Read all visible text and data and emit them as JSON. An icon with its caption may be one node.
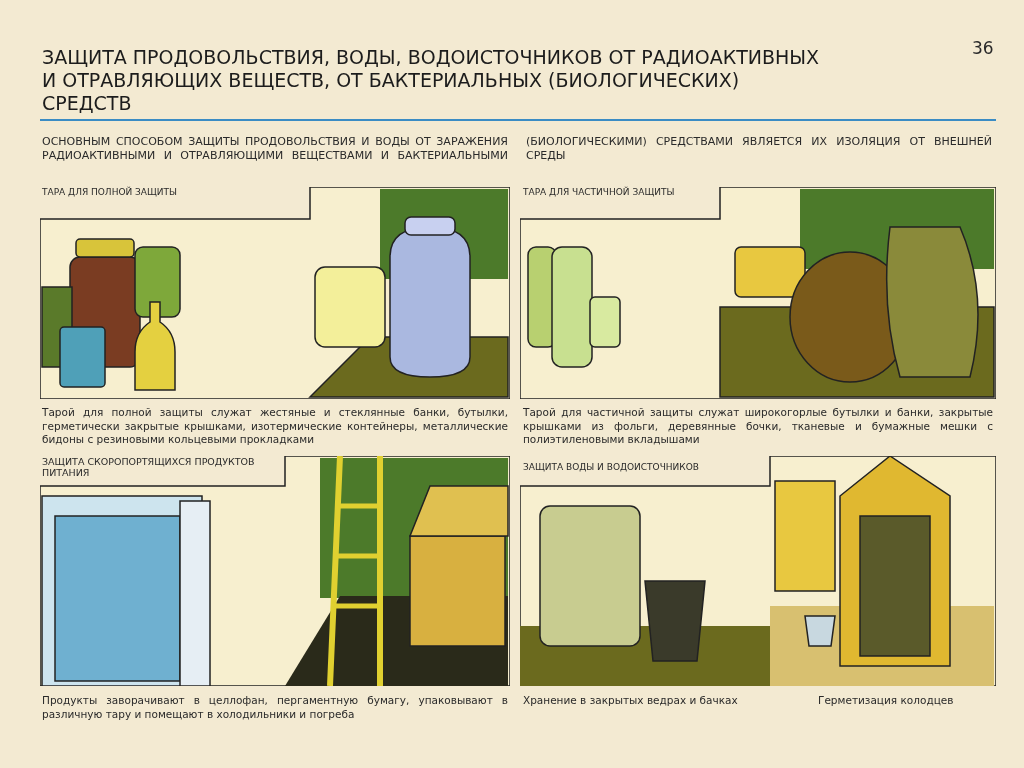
{
  "diagram": {
    "title": "ЗАЩИТА ПРОДОВОЛЬСТВИЯ, ВОДЫ, ВОДОИСТОЧНИКОВ ОТ РАДИОАКТИВНЫХ И ОТРАВЛЯЮЩИХ ВЕЩЕСТВ, ОТ БАКТЕРИАЛЬНЫХ (БИОЛОГИЧЕСКИХ) СРЕДСТВ",
    "labels": [
      "36",
      "ОСНОВНЫМ СПОСОБОМ ЗАЩИТЫ ПРОДОВОЛЬСТВИЯ И ВОДЫ ОТ ЗАРАЖЕНИЯ РАДИОАКТИВНЫМИ И ОТРАВЛЯЮЩИМИ ВЕЩЕСТВАМИ И БАКТЕРИАЛЬНЫМИ (БИОЛОГИЧЕСКИМИ) СРЕДСТВАМИ ЯВЛЯЕТСЯ ИХ ИЗОЛЯЦИЯ ОТ ВНЕШНЕЙ СРЕДЫ",
      "ТАРА ДЛЯ ПОЛНОЙ ЗАЩИТЫ",
      "Тарой для полной защиты служат жестяные и стеклянные банки, бутылки, герметически закрытые крышками, изотермические контейнеры, металлические бидоны с резиновыми кольцевыми прокладками",
      "ТАРА ДЛЯ ЧАСТИЧНОЙ ЗАЩИТЫ",
      "Тарой для частичной защиты служат широкогорлые бутылки и банки, закрытые крышками из фольги, деревянные бочки, тканевые и бумажные мешки с полиэтиленовыми вкладышами",
      "ЗАЩИТА СКОРОПОРТЯЩИХСЯ ПРОДУКТОВ ПИТАНИЯ",
      "Продукты заворачивают в целлофан, пергаментную бумагу, упаковывают в различную тару и помещают в холодильники и погреба",
      "ЗАЩИТА ВОДЫ И ВОДОИСТОЧНИКОВ",
      "Хранение в закрытых ведрах и бачках",
      "Герметизация колодцев"
    ]
  }
}
